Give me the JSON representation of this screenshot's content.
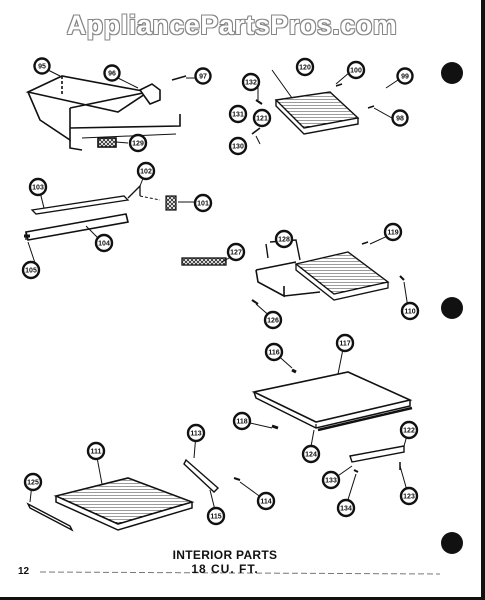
{
  "watermark": "AppliancePartsPros.com",
  "caption": {
    "title": "INTERIOR PARTS",
    "subtitle": "18 CU. FT."
  },
  "page_number": "12",
  "callouts": [
    "95",
    "96",
    "97",
    "98",
    "99",
    "100",
    "101",
    "102",
    "103",
    "104",
    "105",
    "110",
    "111",
    "113",
    "114",
    "115",
    "116",
    "117",
    "118",
    "119",
    "120",
    "121",
    "122",
    "123",
    "124",
    "125",
    "126",
    "127",
    "128",
    "130",
    "131",
    "132",
    "133",
    "134"
  ]
}
